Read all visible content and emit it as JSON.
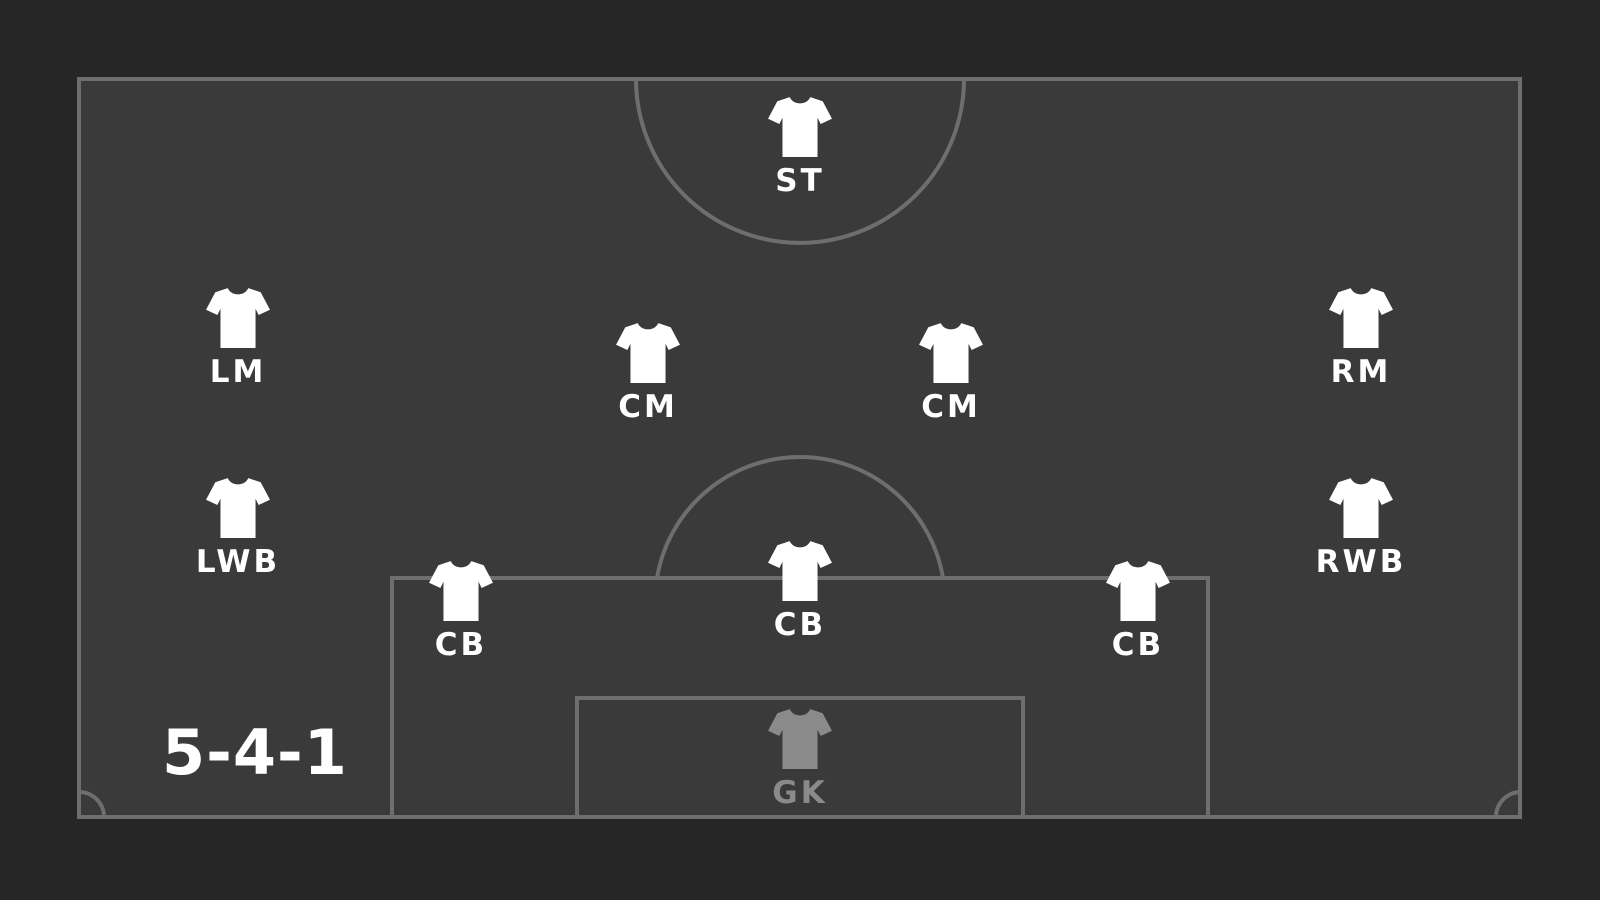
{
  "formation": "5-4-1",
  "colors": {
    "background": "#262626",
    "pitch": "#3a3a3a",
    "lines": "#6e6e6e",
    "outfield_shirt": "#ffffff",
    "goalkeeper_shirt": "#8a8a8a"
  },
  "players": [
    {
      "id": "st",
      "label": "ST",
      "role": "outfield",
      "icon": "shirt-icon"
    },
    {
      "id": "lm",
      "label": "LM",
      "role": "outfield",
      "icon": "shirt-icon"
    },
    {
      "id": "cm-left",
      "label": "CM",
      "role": "outfield",
      "icon": "shirt-icon"
    },
    {
      "id": "cm-right",
      "label": "CM",
      "role": "outfield",
      "icon": "shirt-icon"
    },
    {
      "id": "rm",
      "label": "RM",
      "role": "outfield",
      "icon": "shirt-icon"
    },
    {
      "id": "lwb",
      "label": "LWB",
      "role": "outfield",
      "icon": "shirt-icon"
    },
    {
      "id": "rwb",
      "label": "RWB",
      "role": "outfield",
      "icon": "shirt-icon"
    },
    {
      "id": "cb-left",
      "label": "CB",
      "role": "outfield",
      "icon": "shirt-icon"
    },
    {
      "id": "cb-center",
      "label": "CB",
      "role": "outfield",
      "icon": "shirt-icon"
    },
    {
      "id": "cb-right",
      "label": "CB",
      "role": "outfield",
      "icon": "shirt-icon"
    },
    {
      "id": "gk",
      "label": "GK",
      "role": "goalkeeper",
      "icon": "shirt-icon"
    }
  ]
}
